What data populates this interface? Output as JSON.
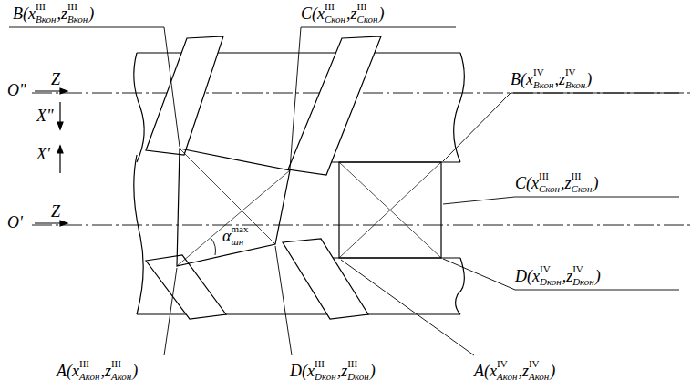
{
  "diagram": {
    "labels": [
      "B(x",
      "III",
      "Bкон",
      ",z",
      "III",
      "Bкон",
      ")",
      "C(x",
      "III",
      "Cкон",
      ",z",
      "III",
      "Cкон",
      ")",
      "O\"",
      "Z",
      "B(x",
      "IV",
      "Bкон",
      ",z",
      "IV",
      "Bкон",
      ")",
      "X\"",
      "X'",
      "α",
      "max",
      "шн",
      "C(x",
      "III",
      "Cкон",
      ",z",
      "III",
      "Cкон",
      ")",
      "O'",
      "Z",
      "D(x",
      "IV",
      "Dкон",
      ",z",
      "IV",
      "Dкон",
      ")",
      "A(x",
      "III",
      "Aкон",
      ",z",
      "III",
      "Aкон",
      ")",
      "D(x",
      "III",
      "Dкон",
      ",z",
      "III",
      "Dкон",
      ")",
      "A(x",
      "IV",
      "Aкон",
      ",z",
      "IV",
      "Aкон",
      ")"
    ]
  }
}
